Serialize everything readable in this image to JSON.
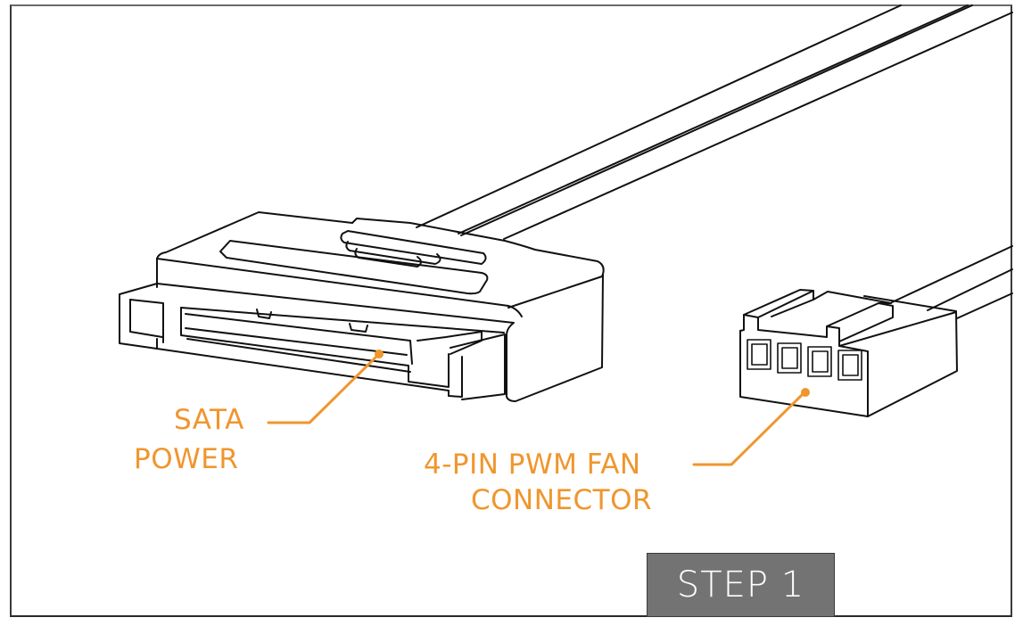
{
  "diagram": {
    "labels": {
      "sata_power": [
        "SATA",
        "POWER"
      ],
      "fan_connector": [
        "4-PIN PWM FAN",
        "CONNECTOR"
      ]
    },
    "step_badge": "STEP 1",
    "connectors": [
      {
        "name": "SATA power connector",
        "label_ref": "sata_power"
      },
      {
        "name": "4-pin PWM fan connector",
        "pin_count": 4,
        "label_ref": "fan_connector"
      }
    ],
    "colors": {
      "callout": "#f0962e",
      "badge_bg": "#737373",
      "badge_text": "#ffffff",
      "line_art": "#111111"
    }
  }
}
